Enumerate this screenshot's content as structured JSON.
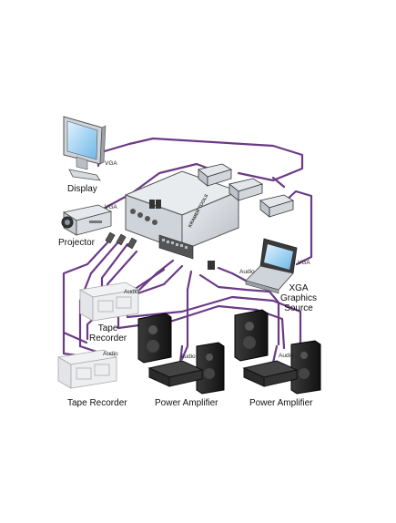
{
  "devices": {
    "display": "Display",
    "projector": "Projector",
    "xga_source": [
      "XGA",
      "Graphics",
      "Source"
    ],
    "tape_recorder_1": [
      "Tape",
      "Recorder"
    ],
    "tape_recorder_2": "Tape Recorder",
    "power_amp_1": "Power Amplifier",
    "power_amp_2": "Power Amplifier"
  },
  "connectors": {
    "vga_display": "VGA",
    "vga_projector": "VGA",
    "vga_source": "VGA",
    "audio_source": "Audio",
    "audio_tape1": "Audio",
    "audio_tape2": "Audio",
    "audio_amp1": "Audio",
    "audio_amp2": "Audio"
  },
  "switcher_label": "KRAMER TOOLS",
  "colors": {
    "cable": "#6b3a86",
    "device_body": "#cfd4da",
    "device_dark": "#2a2a2a"
  }
}
